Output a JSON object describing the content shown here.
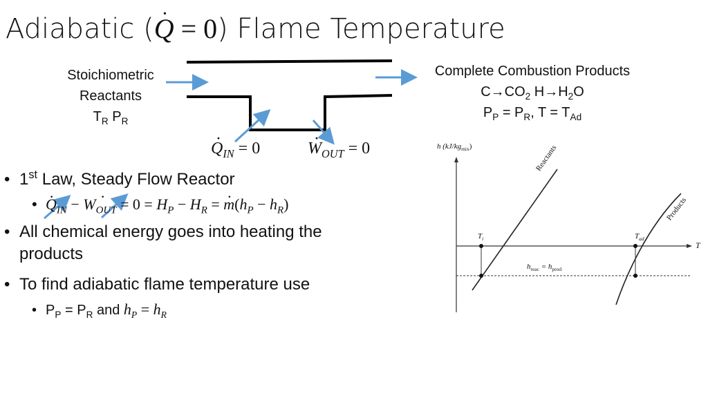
{
  "title": {
    "prefix": "Adiabatic (",
    "q_symbol": "Q",
    "eq": " = 0",
    "suffix": ") Flame Temperature"
  },
  "reactants_label": {
    "line1": "Stoichiometric",
    "line2": "Reactants",
    "t_symbol": "T",
    "t_sub": "R",
    "p_symbol": "P",
    "p_sub": "R"
  },
  "products_label": {
    "line1": "Complete Combustion Products",
    "c": "C",
    "co2": "CO",
    "co2_sub": "2",
    "h": "H",
    "h2o_a": "H",
    "h2o_sub": "2",
    "h2o_b": "O",
    "arrow": "→",
    "pp": "P",
    "pp_sub": "P",
    "pr_eq": " = P",
    "pr_sub": "R",
    "t_eq": ", T = T",
    "t_sub": "Ad"
  },
  "q_in_label": {
    "sym": "Q",
    "sub": "IN",
    "eq": " = 0"
  },
  "w_out_label": {
    "sym": "W",
    "sub": "OUT",
    "eq": " = 0"
  },
  "bullets": {
    "b1_pre": "1",
    "b1_sup": "st",
    "b1_post": " Law, Steady Flow Reactor",
    "b1_eq": {
      "q": "Q",
      "q_sub": "IN",
      "minus": " − ",
      "w": "W",
      "w_sub": "OUT",
      "rest1": " = 0 = ",
      "h1": "H",
      "h1_sub": "P",
      "m1": " − ",
      "h2": "H",
      "h2_sub": "R",
      "rest2": " = ",
      "m": "m",
      "open": "(",
      "h3": "h",
      "h3_sub": "P",
      "m2": " − ",
      "h4": "h",
      "h4_sub": "R",
      "close": ")"
    },
    "b2_line1": "All chemical energy goes into heating the",
    "b2_line2": "products",
    "b3": "To find adiabatic flame temperature use",
    "b3_sub": {
      "p1": "P",
      "p1_sub": "P",
      "eq": " = P",
      "p2_sub": "R",
      "and": " and ",
      "h1": "h",
      "h1_sub": "P",
      "eq2": " = ",
      "h2": "h",
      "h2_sub": "R"
    }
  },
  "graph": {
    "y_axis_label": "h (kJ/kg",
    "y_axis_sub": "mix",
    "y_axis_close": ")",
    "x_axis_label": "T",
    "reactants": "Reactants",
    "products": "Products",
    "ti": "T",
    "ti_sub": "i",
    "tad": "T",
    "tad_sub": "ad",
    "h_eq": "h",
    "h_eq_sub1": "reac",
    "h_eq_mid": " = h",
    "h_eq_sub2": "prod"
  },
  "colors": {
    "arrow": "#5b9bd5",
    "line": "#000000",
    "graph": "#333333"
  }
}
